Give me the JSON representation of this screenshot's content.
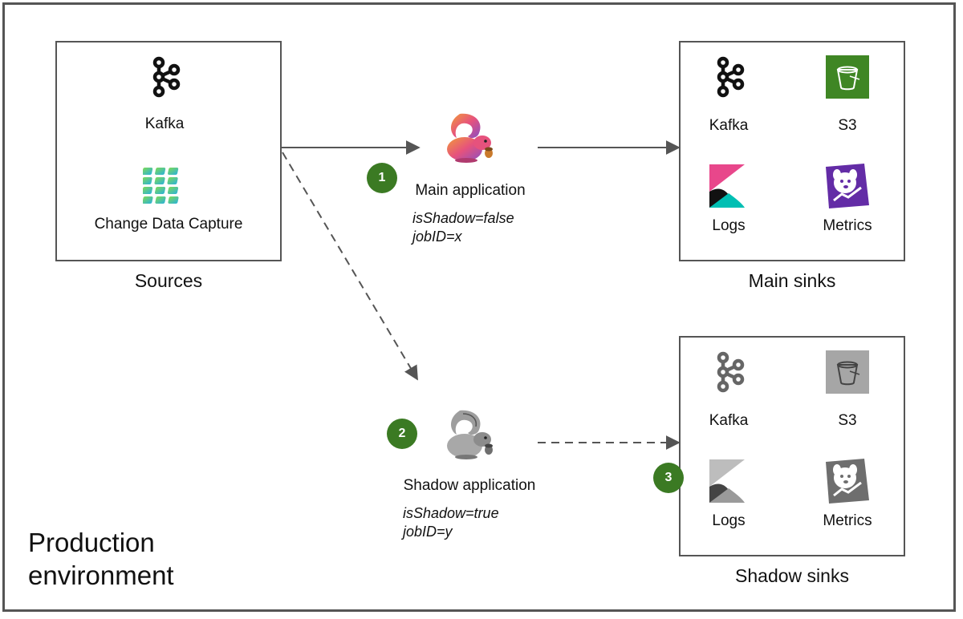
{
  "environment_label": "Production environment",
  "sources": {
    "title": "Sources",
    "items": [
      {
        "label": "Kafka",
        "icon": "kafka-icon"
      },
      {
        "label": "Change Data Capture",
        "icon": "change-data-capture-icon"
      }
    ]
  },
  "main_application": {
    "badge": "1",
    "label": "Main application",
    "params": [
      "isShadow=false",
      "jobID=x"
    ],
    "icon": "flink-squirrel-icon"
  },
  "shadow_application": {
    "badge": "2",
    "label": "Shadow application",
    "params": [
      "isShadow=true",
      "jobID=y"
    ],
    "icon": "flink-squirrel-gray-icon"
  },
  "main_sinks": {
    "title": "Main sinks",
    "items": [
      {
        "label": "Kafka",
        "icon": "kafka-icon"
      },
      {
        "label": "S3",
        "icon": "s3-bucket-icon"
      },
      {
        "label": "Logs",
        "icon": "kibana-icon"
      },
      {
        "label": "Metrics",
        "icon": "datadog-icon"
      }
    ]
  },
  "shadow_sinks": {
    "title": "Shadow sinks",
    "badge": "3",
    "items": [
      {
        "label": "Kafka",
        "icon": "kafka-icon"
      },
      {
        "label": "S3",
        "icon": "s3-bucket-icon"
      },
      {
        "label": "Logs",
        "icon": "kibana-icon"
      },
      {
        "label": "Metrics",
        "icon": "datadog-icon"
      }
    ]
  },
  "colors": {
    "border": "#555555",
    "badge": "#3b7a23",
    "s3_main": "#3f8624",
    "flink_main": "#e6527d",
    "kibana_pink": "#e8478b",
    "kibana_teal": "#00bfb3",
    "datadog": "#632ca6",
    "shadow_gray": "#9e9e9e"
  }
}
